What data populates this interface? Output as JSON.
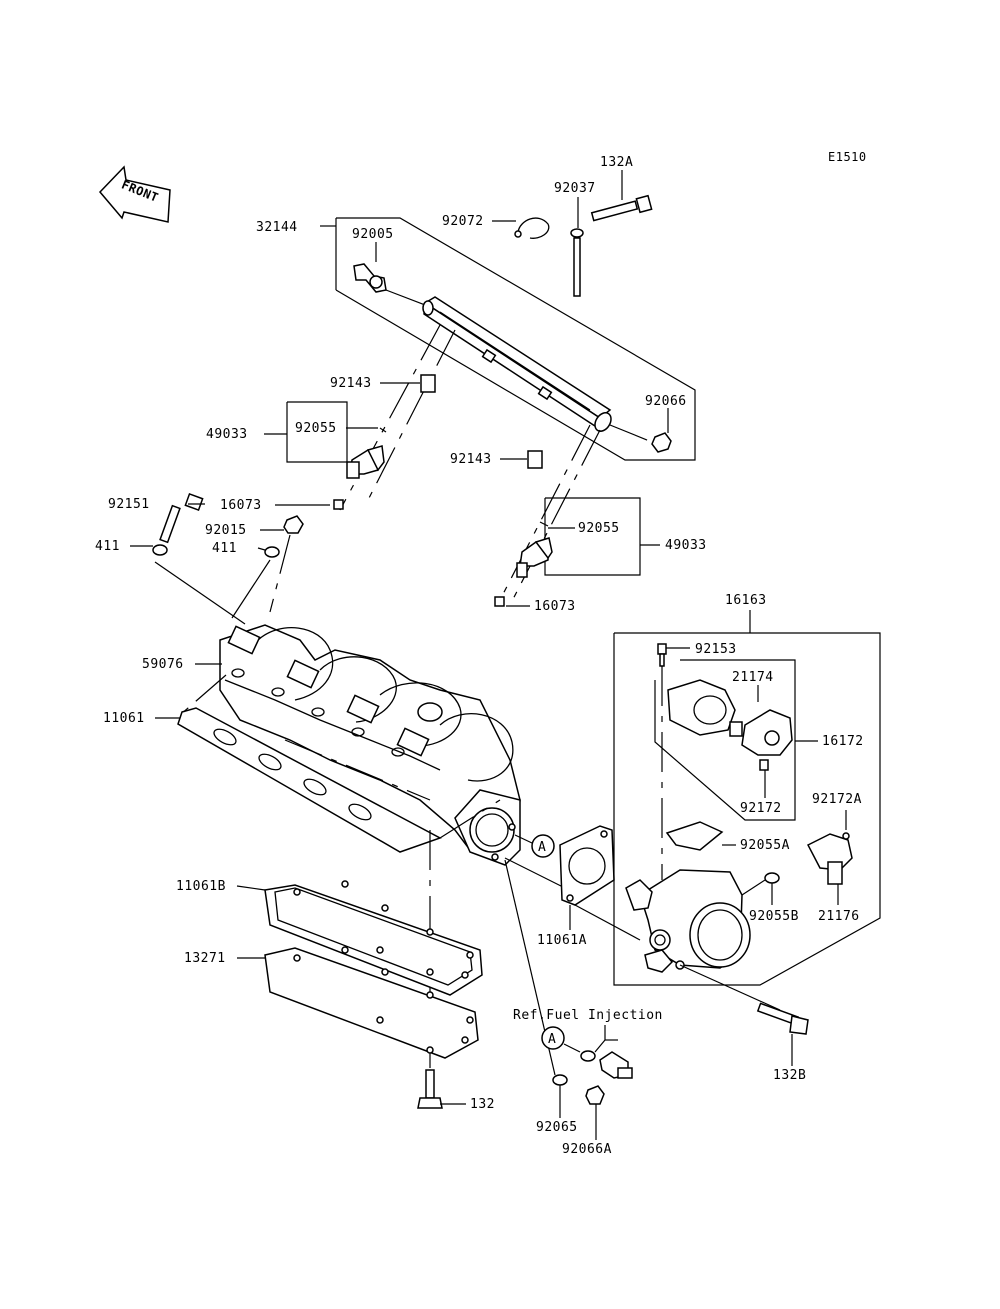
{
  "drawing_code": "E1510",
  "front_label": "FRONT",
  "reference_note": "Ref.Fuel Injection",
  "circle_marker": "A",
  "parts": {
    "p132A": "132A",
    "p92037": "92037",
    "p92072": "92072",
    "p32144": "32144",
    "p92005": "92005",
    "p92066": "92066",
    "p92143_a": "92143",
    "p92143_b": "92143",
    "p49033_a": "49033",
    "p92055_a": "92055",
    "p49033_b": "49033",
    "p92055_b": "92055",
    "p92151": "92151",
    "p16073_a": "16073",
    "p16073_b": "16073",
    "p92015": "92015",
    "p411_a": "411",
    "p411_b": "411",
    "p59076": "59076",
    "p11061": "11061",
    "p16163": "16163",
    "p92153": "92153",
    "p21174": "21174",
    "p16172": "16172",
    "p92172": "92172",
    "p92172A": "92172A",
    "p92055A": "92055A",
    "p92055B": "92055B",
    "p21176": "21176",
    "p11061A": "11061A",
    "p11061B": "11061B",
    "p13271": "13271",
    "p132": "132",
    "p92065": "92065",
    "p92066A": "92066A",
    "p132B": "132B"
  }
}
